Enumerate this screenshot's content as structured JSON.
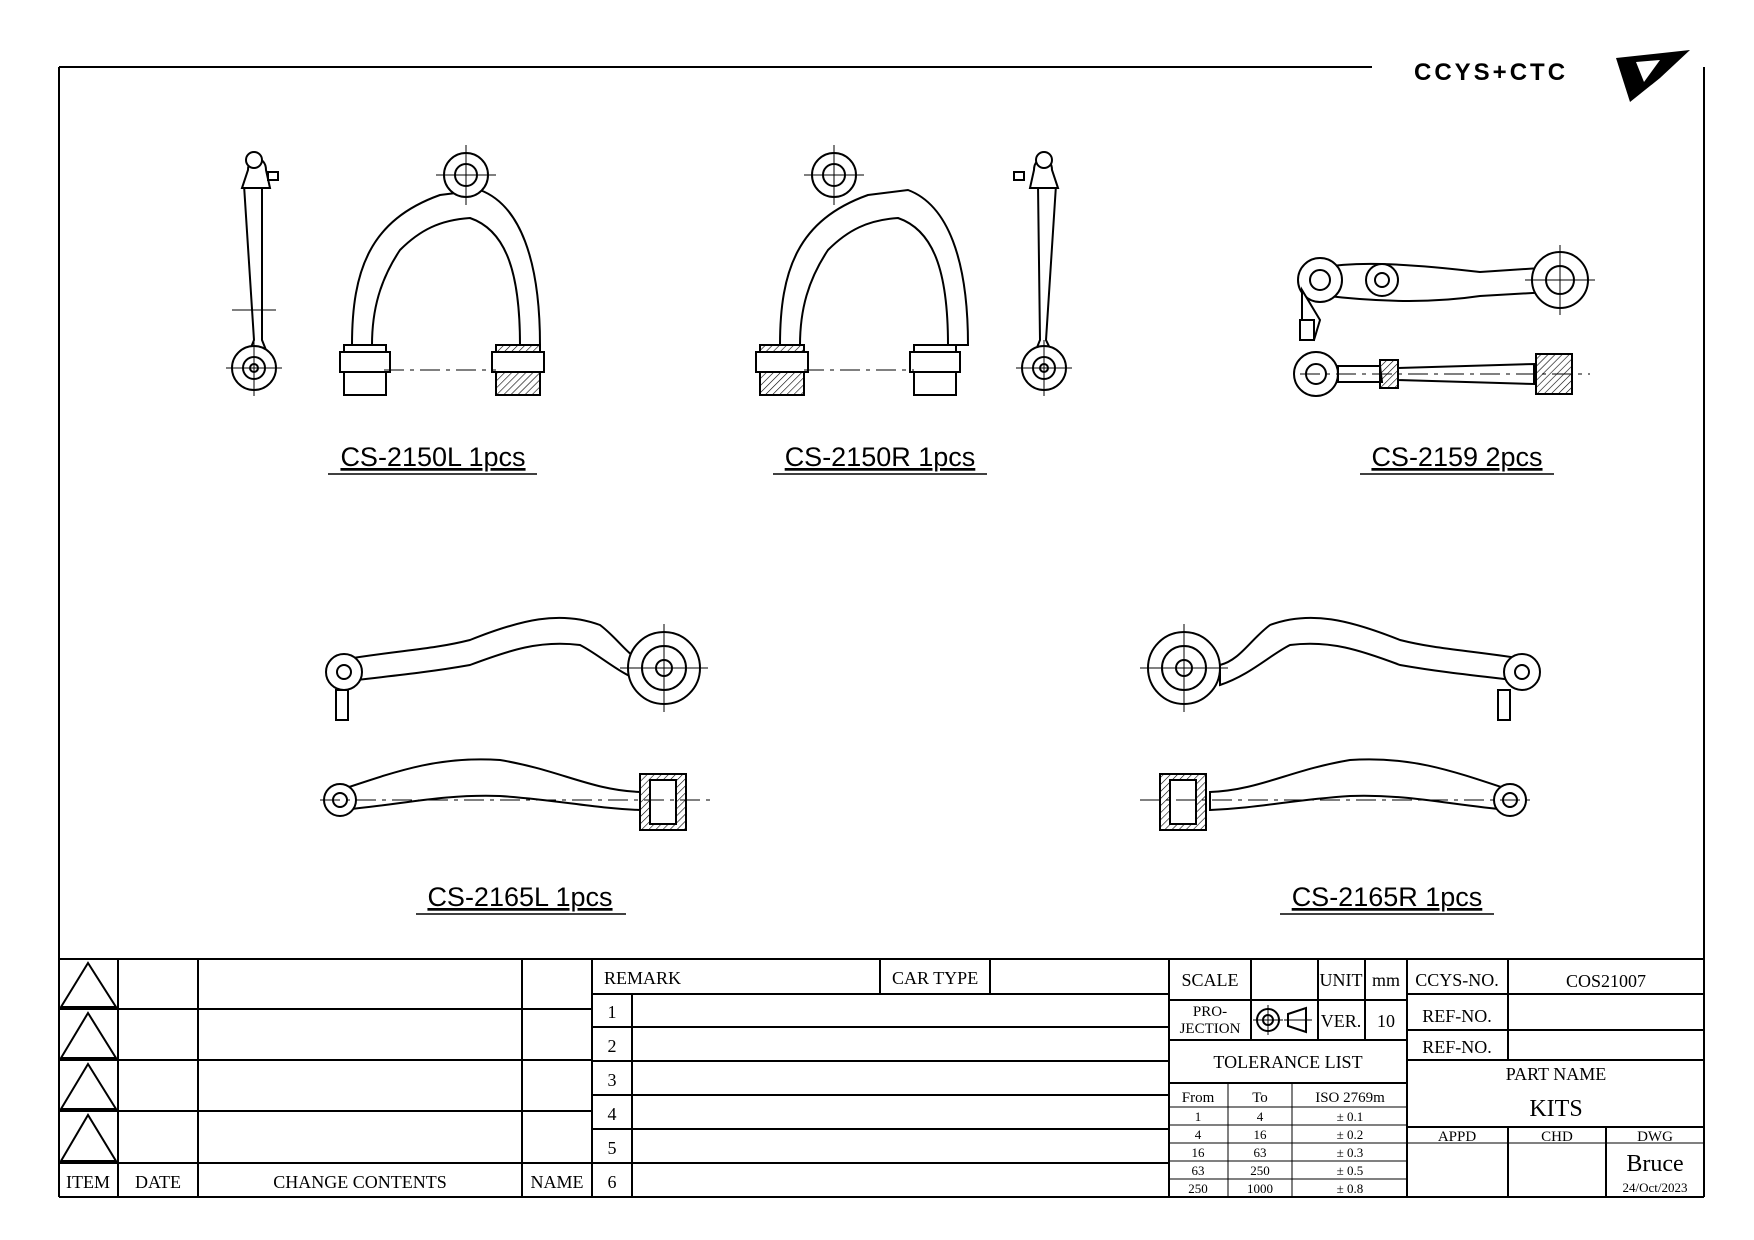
{
  "logo": {
    "text": "CCYS+CTC"
  },
  "parts": [
    {
      "label": "CS-2150L 1pcs"
    },
    {
      "label": "CS-2150R 1pcs"
    },
    {
      "label": "CS-2159 2pcs"
    },
    {
      "label": "CS-2165L 1pcs"
    },
    {
      "label": "CS-2165R 1pcs"
    }
  ],
  "revision_block": {
    "headers": {
      "item": "ITEM",
      "date": "DATE",
      "change": "CHANGE CONTENTS",
      "name": "NAME"
    }
  },
  "remark_block": {
    "remark": "REMARK",
    "car_type": "CAR TYPE",
    "rows": [
      "1",
      "2",
      "3",
      "4",
      "5",
      "6"
    ]
  },
  "scale_block": {
    "scale": "SCALE",
    "unit": "UNIT",
    "unit_value": "mm",
    "projection_line1": "PRO-",
    "projection_line2": "JECTION",
    "ver": "VER.",
    "ver_value": "10"
  },
  "tolerance": {
    "title": "TOLERANCE LIST",
    "headers": {
      "from": "From",
      "to": "To",
      "iso": "ISO 2769m"
    },
    "rows": [
      {
        "from": "1",
        "to": "4",
        "tol": "± 0.1"
      },
      {
        "from": "4",
        "to": "16",
        "tol": "± 0.2"
      },
      {
        "from": "16",
        "to": "63",
        "tol": "± 0.3"
      },
      {
        "from": "63",
        "to": "250",
        "tol": "± 0.5"
      },
      {
        "from": "250",
        "to": "1000",
        "tol": "± 0.8"
      }
    ]
  },
  "title_block": {
    "ccys_no_label": "CCYS-NO.",
    "ccys_no": "COS21007",
    "ref_no_1": "REF-NO.",
    "ref_no_2": "REF-NO.",
    "part_name_label": "PART NAME",
    "part_name": "KITS",
    "appd": "APPD",
    "chd": "CHD",
    "dwg": "DWG",
    "drawer": "Bruce",
    "date": "24/Oct/2023"
  }
}
